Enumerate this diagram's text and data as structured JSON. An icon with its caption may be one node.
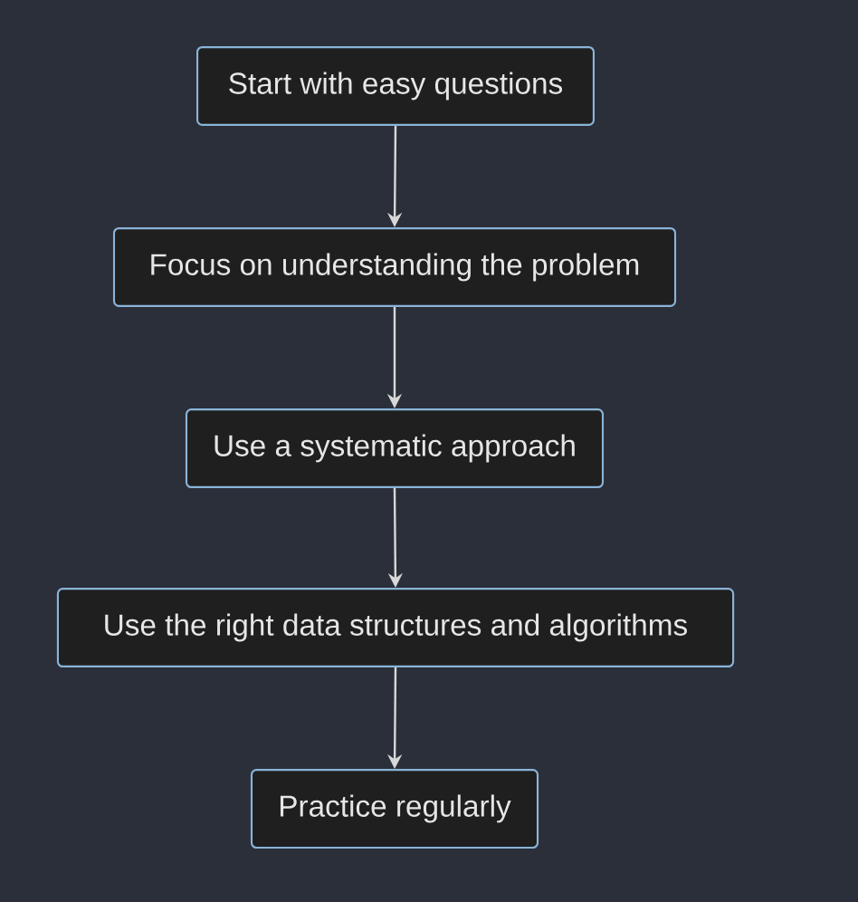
{
  "diagram": {
    "nodes": [
      {
        "text": [
          "Start with easy questions"
        ]
      },
      {
        "text": [
          "Focus on understanding the problem"
        ]
      },
      {
        "text": [
          "Use a systematic approach"
        ]
      },
      {
        "text": [
          "Use the right data structures and algorithms"
        ]
      },
      {
        "text": [
          "Practice regularly"
        ]
      }
    ],
    "edges": [
      {
        "from": 0,
        "to": 1,
        "arrow": "to"
      },
      {
        "from": 1,
        "to": 2,
        "arrow": "to"
      },
      {
        "from": 2,
        "to": 3,
        "arrow": "to"
      },
      {
        "from": 3,
        "to": 4,
        "arrow": "to"
      }
    ]
  }
}
